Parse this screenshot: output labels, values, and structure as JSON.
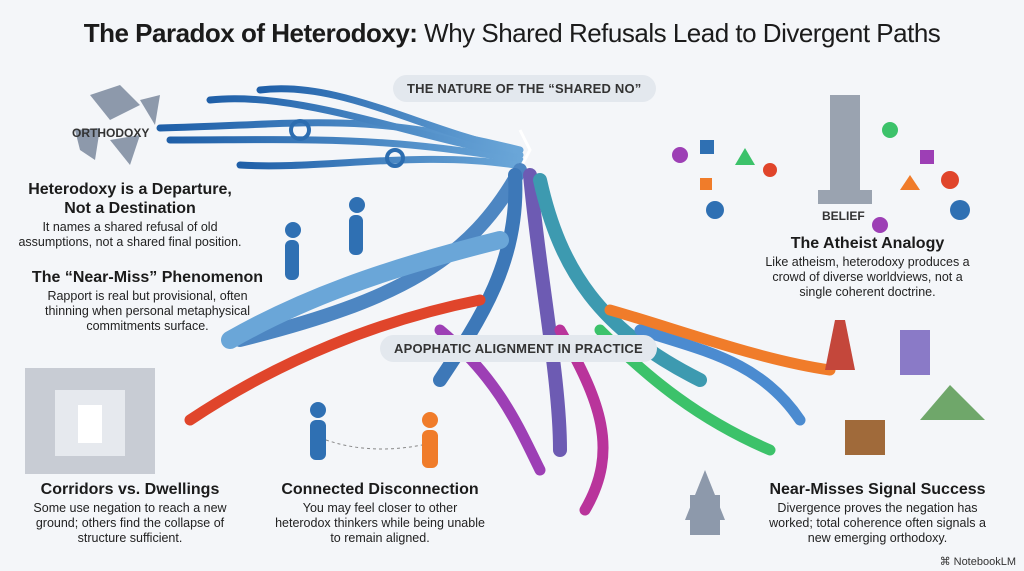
{
  "title": {
    "bold": "The Paradox of Heterodoxy:",
    "rest": " Why Shared Refusals Lead to Divergent Paths"
  },
  "labels": {
    "nature": "THE NATURE OF THE “SHARED NO”",
    "apophatic": "APOPHATIC ALIGNMENT IN PRACTICE",
    "orthodoxy": "ORTHODOXY",
    "belief": "BELIEF"
  },
  "sections": [
    {
      "heading": "Heterodoxy is a Departure, Not a Destination",
      "body": "It names a shared refusal of old assumptions, not a shared final position."
    },
    {
      "heading": "The “Near-Miss” Phenomenon",
      "body": "Rapport is real but provisional, often thinning when personal metaphysical commitments surface."
    },
    {
      "heading": "The Atheist Analogy",
      "body": "Like atheism, heterodoxy produces a crowd of diverse worldviews, not a single coherent doctrine."
    },
    {
      "heading": "Corridors vs. Dwellings",
      "body": "Some use negation to reach a new ground; others find the collapse of structure sufficient."
    },
    {
      "heading": "Connected Disconnection",
      "body": "You may feel closer to other heterodox thinkers while being unable to remain aligned."
    },
    {
      "heading": "Near-Misses Signal Success",
      "body": "Divergence proves the negation has worked; total coherence often signals a new emerging orthodoxy."
    }
  ],
  "footer": {
    "brand": "NotebookLM"
  }
}
